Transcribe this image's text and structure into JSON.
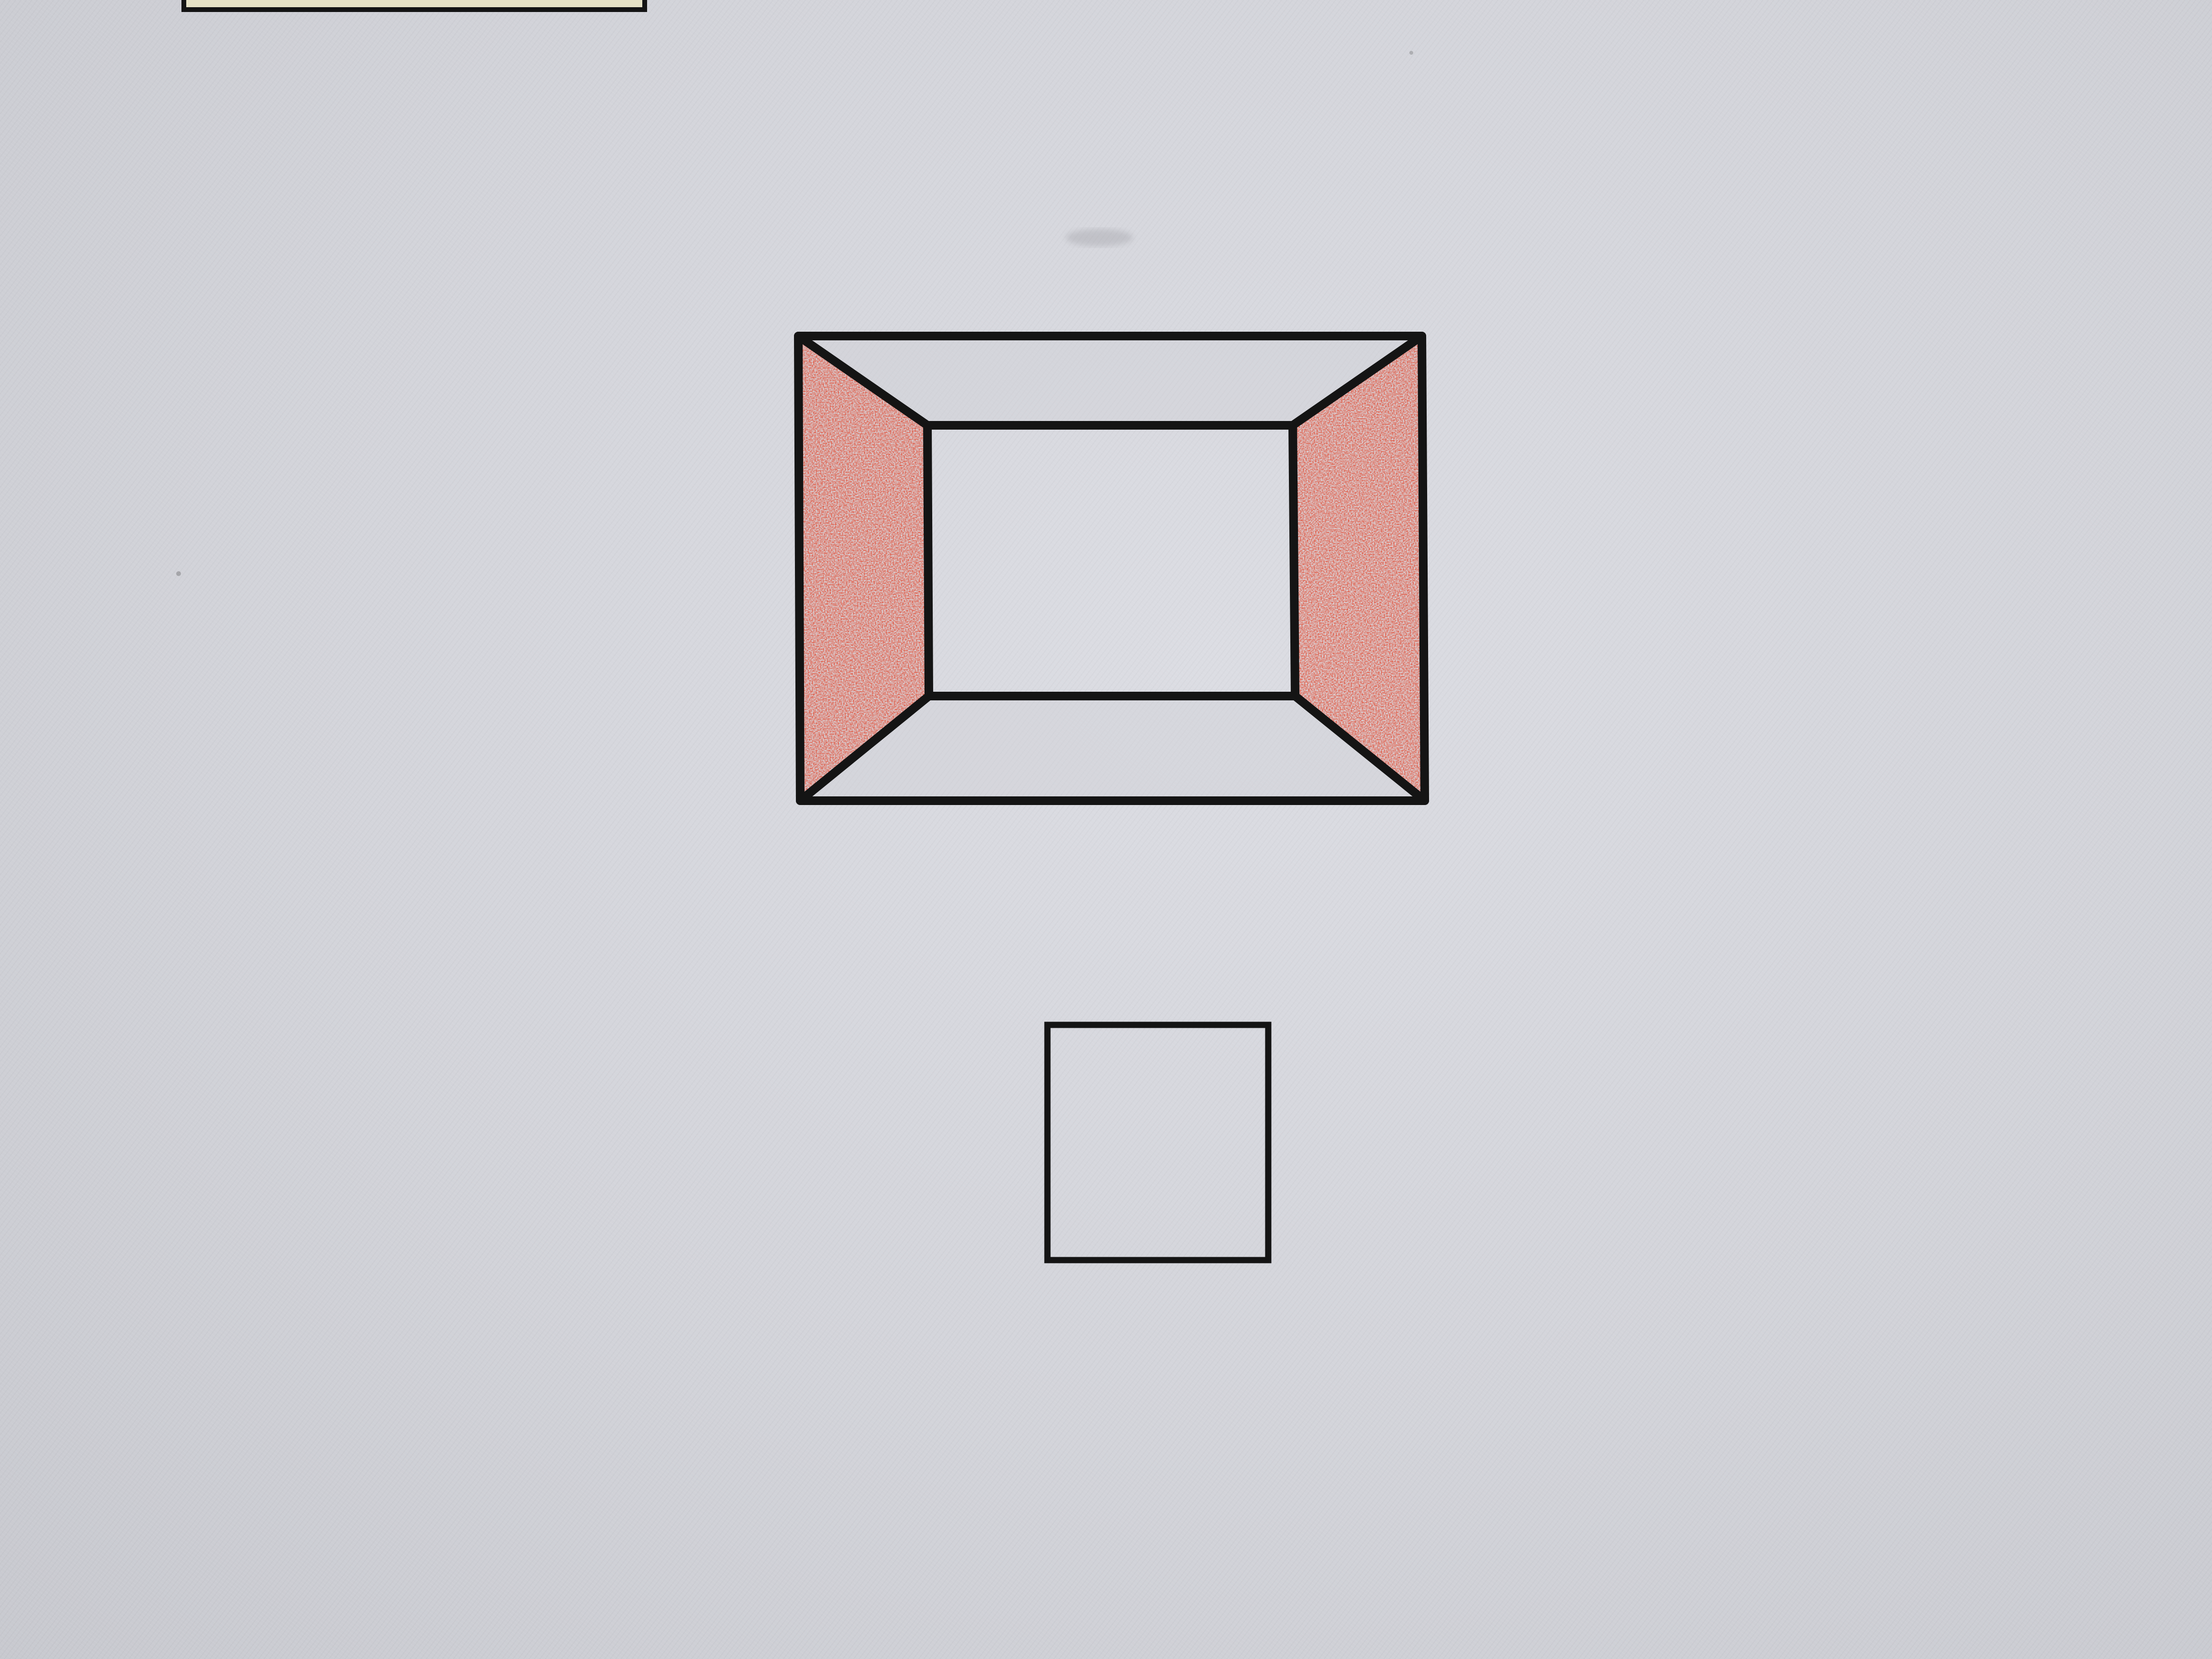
{
  "colors": {
    "paper": "#d6d7dd",
    "ink": "#141414",
    "crayon_red": "#e0543e",
    "top_edge_fill": "#e8e4c8"
  },
  "figures": {
    "frustum": {
      "label": "",
      "shaded_faces": [
        "left",
        "right"
      ],
      "unshaded_faces": [
        "top",
        "bottom"
      ]
    },
    "answer_square": {
      "label": ""
    },
    "top_partial": {
      "label": ""
    }
  }
}
